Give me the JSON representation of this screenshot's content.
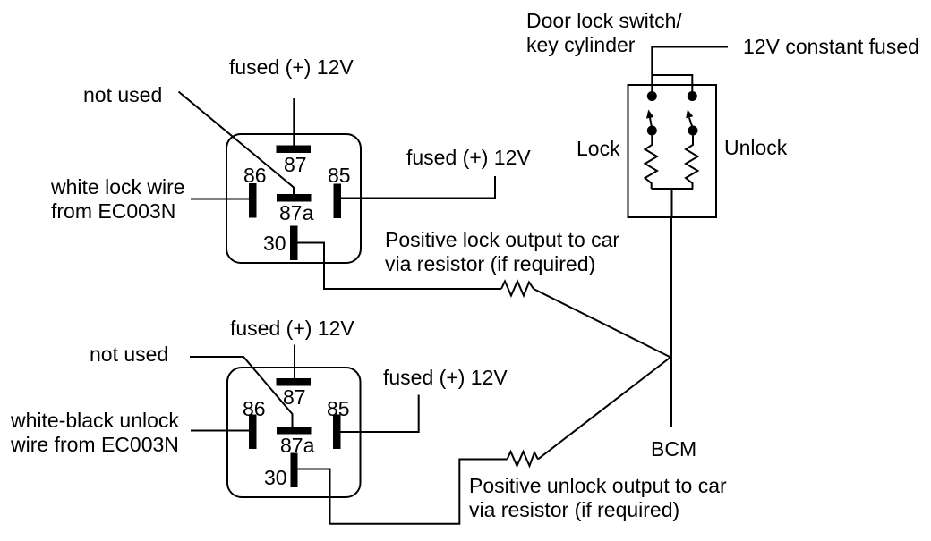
{
  "relay_lock": {
    "power_label": "fused (+) 12V",
    "not_used_label": "not used",
    "input_line1": "white lock wire",
    "input_line2": "from EC003N",
    "aux_power_label": "fused (+) 12V",
    "output_line1": "Positive lock output to car",
    "output_line2": "via resistor (if required)",
    "pin_87": "87",
    "pin_86": "86",
    "pin_85": "85",
    "pin_87a": "87a",
    "pin_30": "30"
  },
  "relay_unlock": {
    "power_label": "fused (+) 12V",
    "not_used_label": "not used",
    "input_line1": "white-black unlock",
    "input_line2": "wire from EC003N",
    "aux_power_label": "fused (+) 12V",
    "output_line1": "Positive unlock output to car",
    "output_line2": "via resistor (if required)",
    "pin_87": "87",
    "pin_86": "86",
    "pin_85": "85",
    "pin_87a": "87a",
    "pin_30": "30"
  },
  "door_switch": {
    "title_line1": "Door lock switch/",
    "title_line2": "key cylinder",
    "supply_label": "12V constant fused",
    "lock_label": "Lock",
    "unlock_label": "Unlock"
  },
  "bcm_label": "BCM",
  "colors": {
    "line": "#000000",
    "background": "#ffffff"
  }
}
